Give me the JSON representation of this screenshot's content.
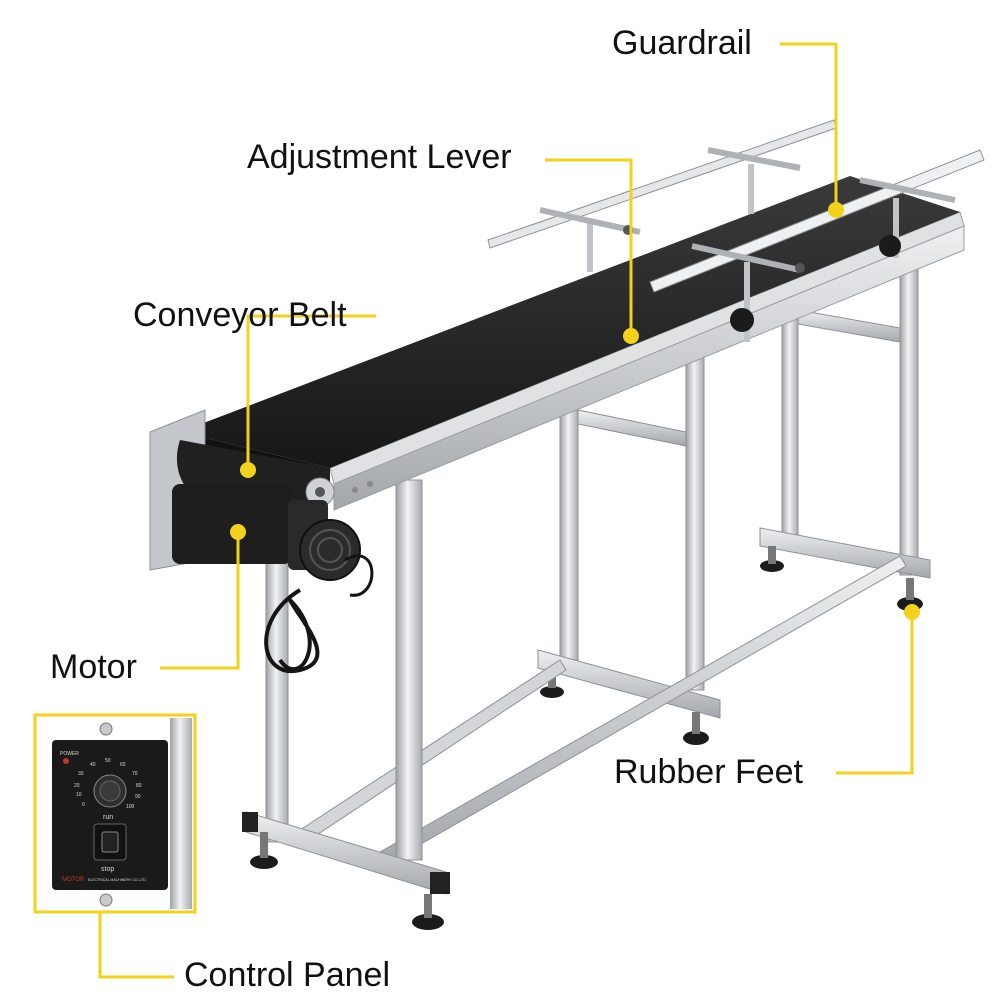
{
  "labels": {
    "guardrail": "Guardrail",
    "adjustment_lever": "Adjustment Lever",
    "conveyor_belt": "Conveyor Belt",
    "motor": "Motor",
    "rubber_feet": "Rubber Feet",
    "control_panel": "Control Panel"
  },
  "control_panel": {
    "power": "POWER",
    "dial_ticks": [
      "0",
      "10",
      "20",
      "30",
      "40",
      "50",
      "60",
      "70",
      "80",
      "90",
      "100"
    ],
    "run": "run",
    "stop": "stop",
    "brand": "MOTOR",
    "maker": "ELECTRICAL MACHINERY CO.,LTD"
  },
  "colors": {
    "callout": "#f2d21a",
    "belt": "#232323",
    "frame": "#c9ccd0"
  }
}
